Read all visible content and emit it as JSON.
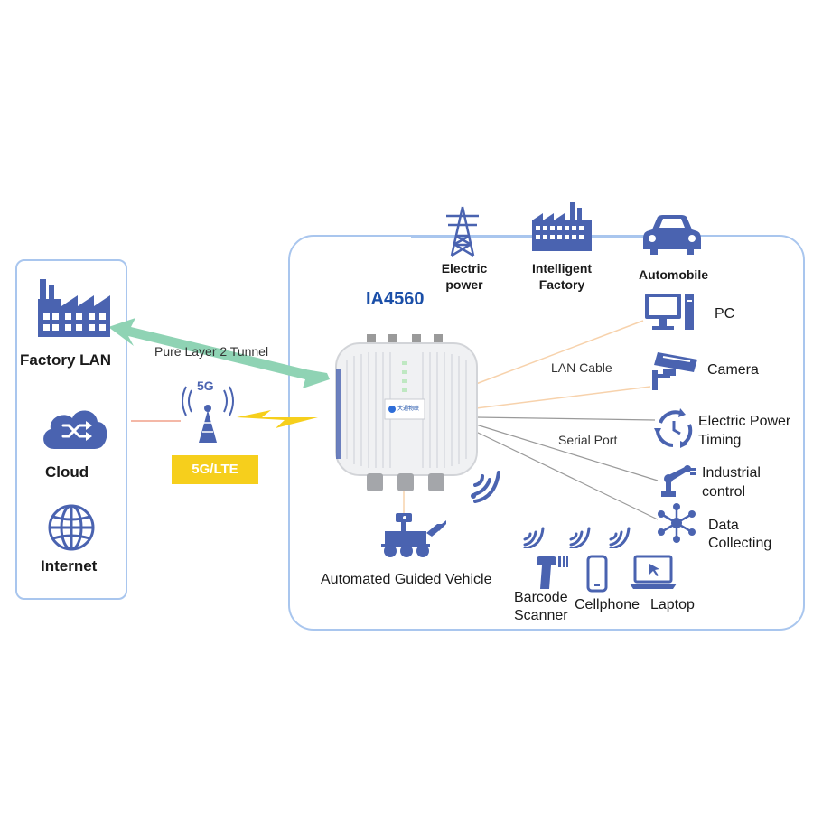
{
  "left_panel": {
    "factory_lan": "Factory LAN",
    "cloud": "Cloud",
    "internet": "Internet"
  },
  "network": {
    "signal_5g": "5G",
    "badge": "5G/LTE",
    "tunnel_label": "Pure Layer 2 Tunnel"
  },
  "device": {
    "model": "IA4560",
    "logo_text": "大通物联"
  },
  "top_apps": {
    "electric_power": [
      "Electric",
      "power"
    ],
    "intelligent_factory": [
      "Intelligent",
      "Factory"
    ],
    "automobile": "Automobile"
  },
  "connections": {
    "lan_cable": "LAN Cable",
    "serial_port": "Serial Port"
  },
  "right_devices": {
    "pc": "PC",
    "camera": "Camera",
    "electric_power_timing": [
      "Electric Power",
      "Timing"
    ],
    "industrial_control": [
      "Industrial",
      "control"
    ],
    "data_collecting": [
      "Data",
      "Collecting"
    ]
  },
  "bottom_devices": {
    "agv": "Automated Guided Vehicle",
    "barcode_scanner": [
      "Barcode",
      "Scanner"
    ],
    "cellphone": "Cellphone",
    "laptop": "Laptop"
  },
  "colors": {
    "icon_blue": "#4a63b0",
    "panel_border": "#a9c6ee",
    "tunnel_arrow": "#8fd3b4",
    "badge_yellow": "#f6cf1c",
    "lan_line": "#f7d2ac",
    "serial_line": "#9a9a9a",
    "title_blue": "#1b4fa8"
  }
}
